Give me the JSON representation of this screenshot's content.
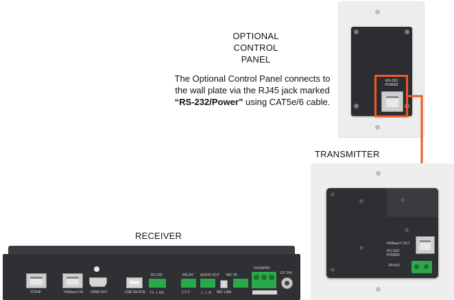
{
  "optional_panel": {
    "title_lines": [
      "OPTIONAL",
      "CONTROL",
      "PANEL"
    ],
    "jack_label_lines": [
      "RS-232/",
      "POWER"
    ],
    "highlight_color": "#ee5a24"
  },
  "caption": {
    "part1": "The Optional Control Panel connects to the wall plate via the RJ45 jack marked ",
    "bold": "“RS-232/Power”",
    "part2": " using CAT5e/6 cable."
  },
  "transmitter": {
    "title": "TRANSMITTER",
    "port_labels": [
      "HDBaseT OUT",
      "RS-232/",
      "POWER",
      "24V/DC"
    ]
  },
  "receiver": {
    "title": "RECEIVER",
    "port_labels": {
      "tcpip": "TCP/IP",
      "hdbaset_in": "HDBaseT IN",
      "hdmi_out": "HDMI OUT",
      "usb_device": "USB DEVICE",
      "rs232": "RS-232",
      "rs232_pins": "TX  ⏚  RX",
      "relay": "RELAY",
      "relay_pins": "1   2   C",
      "audio_out": "AUDIO OUT",
      "audio_pins": "L   ⏚   R",
      "mic_in": "MIC IN",
      "mic_pins": "MIC LINE",
      "amp": "2x15W/4Ω",
      "dc": "DC 24V"
    }
  },
  "colors": {
    "device_body": "#2f3033",
    "plate_bg": "#eeeeee",
    "terminal_green": "#2aa84a",
    "connector_line": "#ee5a24"
  }
}
